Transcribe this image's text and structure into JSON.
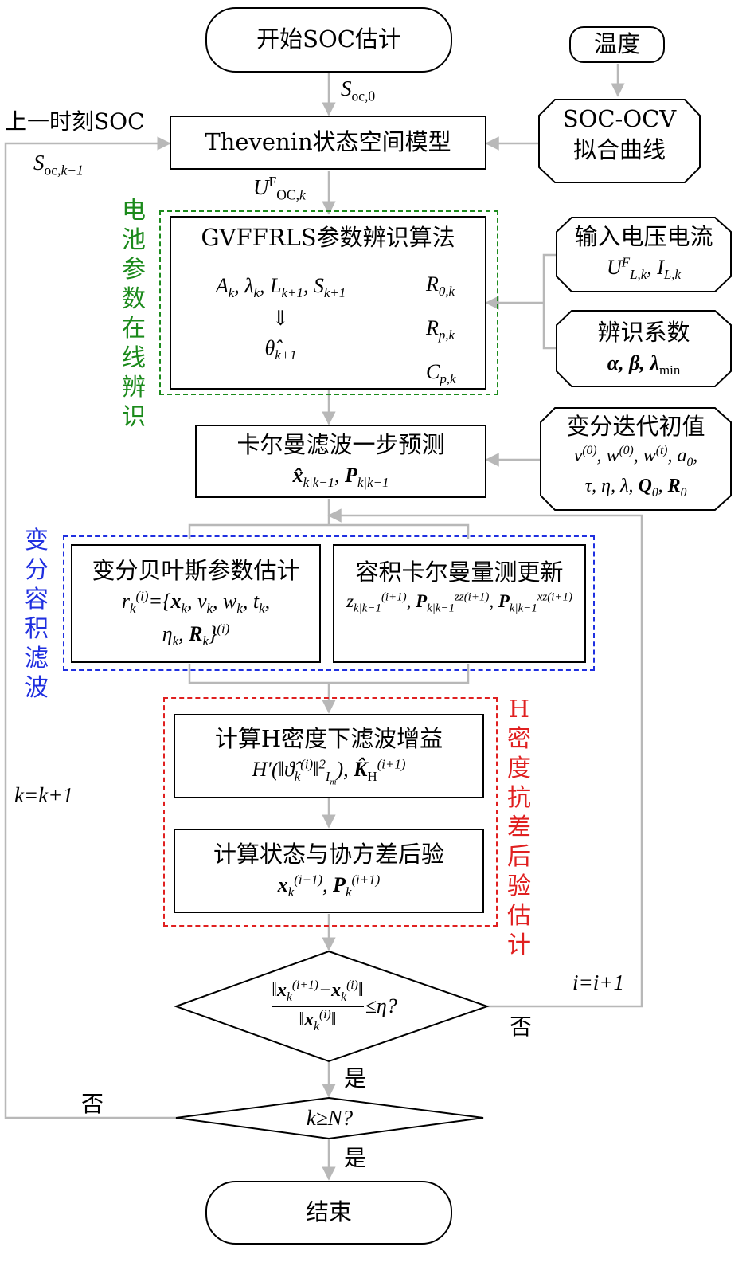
{
  "nodes": {
    "start": "开始SOC估计",
    "temperature": "温度",
    "soc_ocv_1": "SOC-OCV",
    "soc_ocv_2": "拟合曲线",
    "thevenin": "Thevenin状态空间模型",
    "gvffrls_title": "GVFFRLS参数辨识算法",
    "gvffrls_vector": "A_k, λ_k, L_k+1, S_k+1",
    "gvffrls_implies": "⇓",
    "gvffrls_theta": "θ̂_k+1",
    "gvffrls_outputs": [
      "R_0,k",
      "R_p,k",
      "C_p,k"
    ],
    "input_vi_title": "输入电压电流",
    "input_vi_math": "U^F_L,k, I_L,k",
    "ident_coef_title": "辨识系数",
    "ident_coef_math": "α, β, λ_min",
    "kalman_predict_title": "卡尔曼滤波一步预测",
    "kalman_predict_math": "x̂_k|k−1, P_k|k−1",
    "vb_init_title": "变分迭代初值",
    "vb_init_line1": "v^(0), w^(0), w^(t), a_0,",
    "vb_init_line2": "τ, η, λ, Q_0, R_0",
    "vb_param_title": "变分贝叶斯参数估计",
    "vb_param_line1": "r_k^(i)={x_k, v_k, w_k, t_k,",
    "vb_param_line2": "η_k, R_k}^(i)",
    "ckf_update_title": "容积卡尔曼量测更新",
    "ckf_update_math": "z_k|k−1^(i+1), P_k|k−1^zz(i+1), P_k|k−1^xz(i+1)",
    "h_gain_title": "计算H密度下滤波增益",
    "h_gain_math": "H′(‖ϑ̂_k^(i)‖²_Im), K̂_H^(i+1)",
    "posterior_title": "计算状态与协方差后验",
    "posterior_math": "x_k^(i+1), P_k^(i+1)",
    "convergence_check": "‖x_k^(i+1)−x_k^(i)‖ / ‖x_k^(i)‖ ≤η?",
    "k_check": "k≥N?",
    "end": "结束"
  },
  "frames": {
    "param_ident": "电池参数在线辨识",
    "vcf": "变分容积滤波",
    "h_density": "H密度抗差后验估计"
  },
  "edge_labels": {
    "soc0": "S_oc,0",
    "prev_soc": "上一时刻SOC",
    "soc_k_minus_1": "S_oc,k−1",
    "u_ocv": "U^F_OC,k",
    "k_inc": "k=k+1",
    "i_inc": "i=i+1",
    "no_right": "否",
    "yes_1": "是",
    "no_left": "否",
    "yes_2": "是"
  },
  "colors": {
    "line": "#000000",
    "arrow": "#b8b8b8",
    "frame_green": "#1b8a1b",
    "frame_blue": "#1f2fe0",
    "frame_red": "#e02020"
  }
}
